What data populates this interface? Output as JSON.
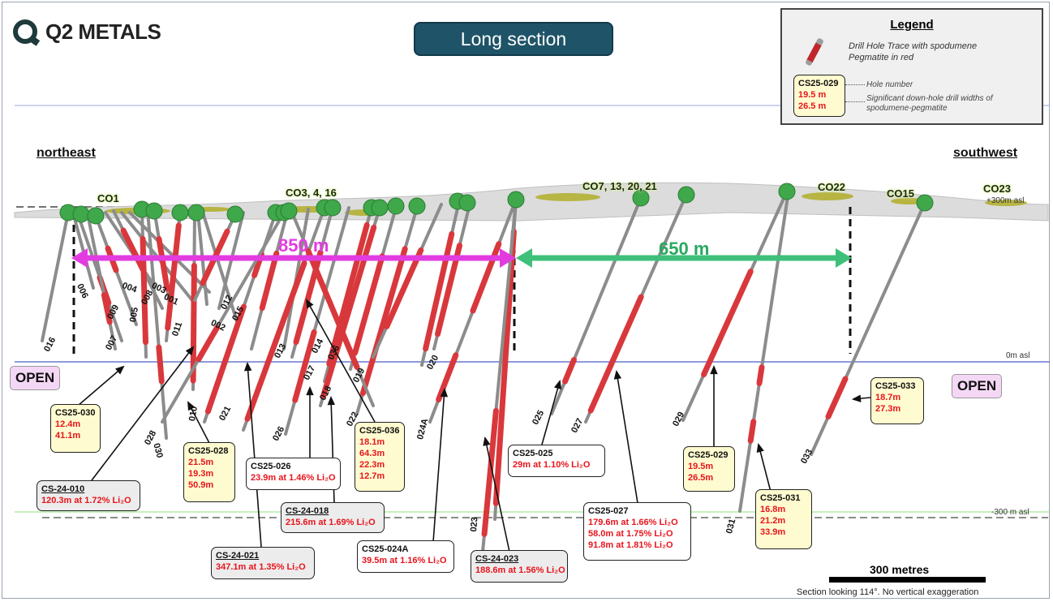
{
  "logo": {
    "text": "Q2 METALS",
    "icon": "q2-logo-icon"
  },
  "title": "Long section",
  "legend": {
    "title": "Legend",
    "trace_desc": "Drill Hole Trace with spodumene Pegmatite in red",
    "sample": {
      "hole": "CS25-029",
      "intervals": [
        "19.5 m",
        "26.5 m"
      ]
    },
    "hole_number_label": "Hole number",
    "widths_label": "Significant down-hole drill widths of spodumene-pegmatite"
  },
  "directions": {
    "left": "northeast",
    "right": "southwest"
  },
  "targets": [
    "CO1",
    "CO3, 4, 16",
    "CO7, 13, 20, 21",
    "CO22",
    "CO15",
    "CO23"
  ],
  "elevations": {
    "top": "+300m asl",
    "zero": "0m asl",
    "bottom": "-300 m asl"
  },
  "dimensions": {
    "d1": "850 m",
    "d2": "650 m"
  },
  "open_labels": [
    "OPEN",
    "OPEN"
  ],
  "hole_labels": [
    "016",
    "006",
    "009",
    "007",
    "004",
    "005",
    "008",
    "003",
    "001",
    "002",
    "011",
    "012",
    "015",
    "013",
    "014",
    "036",
    "017",
    "018",
    "019",
    "020",
    "022",
    "021",
    "010",
    "028",
    "030",
    "026",
    "024A",
    "023",
    "025",
    "027",
    "029",
    "031",
    "033"
  ],
  "callouts": [
    {
      "hole": "CS25-030",
      "intervals": [
        "12.4m",
        "41.1m"
      ]
    },
    {
      "hole": "CS25-028",
      "intervals": [
        "21.5m",
        "19.3m",
        "50.9m"
      ]
    },
    {
      "hole": "CS-24-010",
      "intervals": [
        "120.3m at 1.72% Li₂O"
      ]
    },
    {
      "hole": "CS25-026",
      "intervals": [
        "23.9m at 1.46% Li₂O"
      ]
    },
    {
      "hole": "CS-24-018",
      "intervals": [
        "215.6m at 1.69% Li₂O"
      ]
    },
    {
      "hole": "CS-24-021",
      "intervals": [
        "347.1m at 1.35% Li₂O"
      ]
    },
    {
      "hole": "CS25-036",
      "intervals": [
        "18.1m",
        "64.3m",
        "22.3m",
        "12.7m"
      ]
    },
    {
      "hole": "CS25-024A",
      "intervals": [
        "39.5m at 1.16% Li₂O"
      ]
    },
    {
      "hole": "CS-24-023",
      "intervals": [
        "188.6m at 1.56% Li₂O"
      ]
    },
    {
      "hole": "CS25-025",
      "intervals": [
        "29m at 1.10% Li₂O"
      ]
    },
    {
      "hole": "CS25-027",
      "intervals": [
        "179.6m at 1.66% Li₂O",
        "58.0m at 1.75%  Li₂O",
        "91.8m at 1.81% Li₂O"
      ]
    },
    {
      "hole": "CS25-029",
      "intervals": [
        "19.5m",
        "26.5m"
      ]
    },
    {
      "hole": "CS25-031",
      "intervals": [
        "16.8m",
        "21.2m",
        "33.9m"
      ]
    },
    {
      "hole": "CS25-033",
      "intervals": [
        "18.7m",
        "27.3m"
      ]
    }
  ],
  "scale": {
    "label": "300 metres"
  },
  "footnote": "Section looking 114°.  No vertical exaggeration",
  "colors": {
    "pegmatite": "#d8383c",
    "trace": "#8c8c8c",
    "collar": "#3fa84a",
    "dim1": "#e23ce0",
    "dim2": "#3fc07a",
    "title_bg": "#1f5468"
  }
}
